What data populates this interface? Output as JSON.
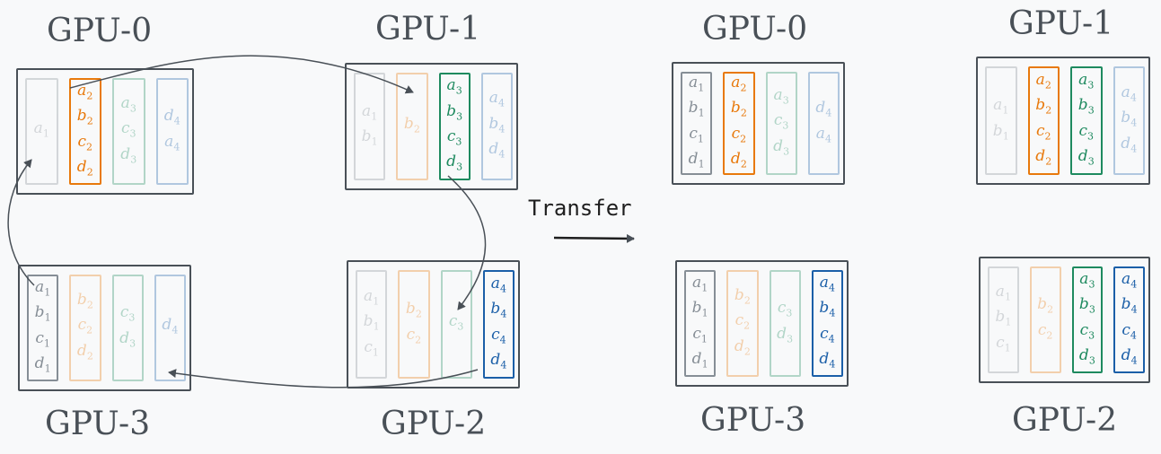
{
  "colors": {
    "gray": "#868e96",
    "orange": "#e8790c",
    "green": "#1e8a5f",
    "blue": "#1b5fa8",
    "border": "#495057"
  },
  "transfer_label": "Transfer",
  "panels": [
    {
      "id": "before-gpu0",
      "label": "GPU-0",
      "shards": [
        {
          "color": "gray",
          "faded": true,
          "items": [
            [
              "a",
              "1"
            ]
          ]
        },
        {
          "color": "orange",
          "faded": false,
          "items": [
            [
              "a",
              "2"
            ],
            [
              "b",
              "2"
            ],
            [
              "c",
              "2"
            ],
            [
              "d",
              "2"
            ]
          ]
        },
        {
          "color": "green",
          "faded": true,
          "items": [
            [
              "a",
              "3"
            ],
            [
              "c",
              "3"
            ],
            [
              "d",
              "3"
            ]
          ]
        },
        {
          "color": "blue",
          "faded": true,
          "items": [
            [
              "d",
              "4"
            ],
            [
              "a",
              "4"
            ]
          ]
        }
      ]
    },
    {
      "id": "before-gpu1",
      "label": "GPU-1",
      "shards": [
        {
          "color": "gray",
          "faded": true,
          "items": [
            [
              "a",
              "1"
            ],
            [
              "b",
              "1"
            ]
          ]
        },
        {
          "color": "orange",
          "faded": true,
          "items": [
            [
              "b",
              "2"
            ]
          ]
        },
        {
          "color": "green",
          "faded": false,
          "items": [
            [
              "a",
              "3"
            ],
            [
              "b",
              "3"
            ],
            [
              "c",
              "3"
            ],
            [
              "d",
              "3"
            ]
          ]
        },
        {
          "color": "blue",
          "faded": true,
          "items": [
            [
              "a",
              "4"
            ],
            [
              "b",
              "4"
            ],
            [
              "d",
              "4"
            ]
          ]
        }
      ]
    },
    {
      "id": "before-gpu3",
      "label": "GPU-3",
      "shards": [
        {
          "color": "gray",
          "faded": false,
          "items": [
            [
              "a",
              "1"
            ],
            [
              "b",
              "1"
            ],
            [
              "c",
              "1"
            ],
            [
              "d",
              "1"
            ]
          ]
        },
        {
          "color": "orange",
          "faded": true,
          "items": [
            [
              "b",
              "2"
            ],
            [
              "c",
              "2"
            ],
            [
              "d",
              "2"
            ]
          ]
        },
        {
          "color": "green",
          "faded": true,
          "items": [
            [
              "c",
              "3"
            ],
            [
              "d",
              "3"
            ]
          ]
        },
        {
          "color": "blue",
          "faded": true,
          "items": [
            [
              "d",
              "4"
            ]
          ]
        }
      ]
    },
    {
      "id": "before-gpu2",
      "label": "GPU-2",
      "shards": [
        {
          "color": "gray",
          "faded": true,
          "items": [
            [
              "a",
              "1"
            ],
            [
              "b",
              "1"
            ],
            [
              "c",
              "1"
            ]
          ]
        },
        {
          "color": "orange",
          "faded": true,
          "items": [
            [
              "b",
              "2"
            ],
            [
              "c",
              "2"
            ]
          ]
        },
        {
          "color": "green",
          "faded": true,
          "items": [
            [
              "c",
              "3"
            ]
          ]
        },
        {
          "color": "blue",
          "faded": false,
          "items": [
            [
              "a",
              "4"
            ],
            [
              "b",
              "4"
            ],
            [
              "c",
              "4"
            ],
            [
              "d",
              "4"
            ]
          ]
        }
      ]
    },
    {
      "id": "after-gpu0",
      "label": "GPU-0",
      "shards": [
        {
          "color": "gray",
          "faded": false,
          "items": [
            [
              "a",
              "1"
            ],
            [
              "b",
              "1"
            ],
            [
              "c",
              "1"
            ],
            [
              "d",
              "1"
            ]
          ]
        },
        {
          "color": "orange",
          "faded": false,
          "items": [
            [
              "a",
              "2"
            ],
            [
              "b",
              "2"
            ],
            [
              "c",
              "2"
            ],
            [
              "d",
              "2"
            ]
          ]
        },
        {
          "color": "green",
          "faded": true,
          "items": [
            [
              "a",
              "3"
            ],
            [
              "c",
              "3"
            ],
            [
              "d",
              "3"
            ]
          ]
        },
        {
          "color": "blue",
          "faded": true,
          "items": [
            [
              "d",
              "4"
            ],
            [
              "a",
              "4"
            ]
          ]
        }
      ]
    },
    {
      "id": "after-gpu1",
      "label": "GPU-1",
      "shards": [
        {
          "color": "gray",
          "faded": true,
          "items": [
            [
              "a",
              "1"
            ],
            [
              "b",
              "1"
            ]
          ]
        },
        {
          "color": "orange",
          "faded": false,
          "items": [
            [
              "a",
              "2"
            ],
            [
              "b",
              "2"
            ],
            [
              "c",
              "2"
            ],
            [
              "d",
              "2"
            ]
          ]
        },
        {
          "color": "green",
          "faded": false,
          "items": [
            [
              "a",
              "3"
            ],
            [
              "b",
              "3"
            ],
            [
              "c",
              "3"
            ],
            [
              "d",
              "3"
            ]
          ]
        },
        {
          "color": "blue",
          "faded": true,
          "items": [
            [
              "a",
              "4"
            ],
            [
              "b",
              "4"
            ],
            [
              "d",
              "4"
            ]
          ]
        }
      ]
    },
    {
      "id": "after-gpu3",
      "label": "GPU-3",
      "shards": [
        {
          "color": "gray",
          "faded": false,
          "items": [
            [
              "a",
              "1"
            ],
            [
              "b",
              "1"
            ],
            [
              "c",
              "1"
            ],
            [
              "d",
              "1"
            ]
          ]
        },
        {
          "color": "orange",
          "faded": true,
          "items": [
            [
              "b",
              "2"
            ],
            [
              "c",
              "2"
            ],
            [
              "d",
              "2"
            ]
          ]
        },
        {
          "color": "green",
          "faded": true,
          "items": [
            [
              "c",
              "3"
            ],
            [
              "d",
              "3"
            ]
          ]
        },
        {
          "color": "blue",
          "faded": false,
          "items": [
            [
              "a",
              "4"
            ],
            [
              "b",
              "4"
            ],
            [
              "c",
              "4"
            ],
            [
              "d",
              "4"
            ]
          ]
        }
      ]
    },
    {
      "id": "after-gpu2",
      "label": "GPU-2",
      "shards": [
        {
          "color": "gray",
          "faded": true,
          "items": [
            [
              "a",
              "1"
            ],
            [
              "b",
              "1"
            ],
            [
              "c",
              "1"
            ]
          ]
        },
        {
          "color": "orange",
          "faded": true,
          "items": [
            [
              "b",
              "2"
            ],
            [
              "c",
              "2"
            ]
          ]
        },
        {
          "color": "green",
          "faded": false,
          "items": [
            [
              "a",
              "3"
            ],
            [
              "b",
              "3"
            ],
            [
              "c",
              "3"
            ],
            [
              "d",
              "3"
            ]
          ]
        },
        {
          "color": "blue",
          "faded": false,
          "items": [
            [
              "a",
              "4"
            ],
            [
              "b",
              "4"
            ],
            [
              "c",
              "4"
            ],
            [
              "d",
              "4"
            ]
          ]
        }
      ]
    }
  ]
}
